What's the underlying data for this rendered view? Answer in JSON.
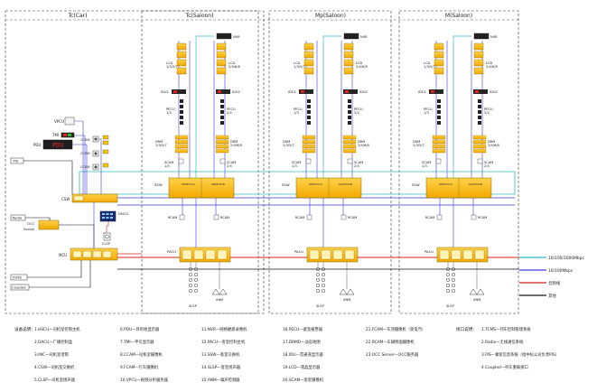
{
  "sections": [
    {
      "title": "Tc(Car)"
    },
    {
      "title": "Tc(Saloon)"
    },
    {
      "title": "Mp(Saloon)"
    },
    {
      "title": "M(Saloon)"
    }
  ],
  "car_labels": {
    "vpcu": "VPCU",
    "tmi": "TMI",
    "pdu": "PDU",
    "pdu_screen": "PDU",
    "pis": "PIS",
    "csw": "CSW",
    "radio": "Radio",
    "occ": "OCC",
    "server": "Server",
    "mcu": "MCU",
    "clsp": "CLSP",
    "dncu": "DNCU",
    "tcms": "TCMS",
    "coupled": "Coupled",
    "ccam": "CCAM"
  },
  "saloon_labels": {
    "nvr": "NVR",
    "lcd1": "LCD\n1/3/5/7",
    "lcd2": "LCD\n2/4/6/8",
    "idu1": "IDU1",
    "idu2": "IDU2",
    "pecu1": "PECU\n1/3",
    "pecu2": "PECU\n2/4",
    "drm1": "DRM\n1/3/5/7",
    "drm2": "DRM\n2/4/6/8",
    "scam1": "SCAM\n1/3",
    "scam2": "SCAM\n2/4",
    "ssw": "SSW",
    "rcam1": "RCAM",
    "rcam2": "RCAM",
    "pacu": "PACU",
    "slsp": "SLSP",
    "anm": "ANM",
    "switch_a": "SWITCH-A",
    "switch_b": "SWITCH-B"
  },
  "line_legend": [
    {
      "label": "10/100/1000Mbps",
      "color": "#33b8c4"
    },
    {
      "label": "10/100Mbps",
      "color": "#3a3adf"
    },
    {
      "label": "音频线",
      "color": "#d42222"
    },
    {
      "label": "其他",
      "color": "#111111"
    }
  ],
  "device_legend": {
    "heading": "设备说明：",
    "col1": [
      "1.HSCU—司机室控制主机",
      "2.DACU—广播控制盒",
      "3.MIC—司机室话筒",
      "4.CSW—司机室交换机",
      "5.CLSP—司机室扬声器"
    ],
    "col2": [
      "6.PDU—目的地显示器",
      "7.TMI—平号显示器",
      "8.CCAM—司机室摄像机",
      "9.FCAM—行车摄像机",
      "10.VPCU—视频分析服务器"
    ],
    "col3": [
      "11.NVR—网络硬盘录像机",
      "12.PACU—客室控制主机",
      "13.SSW—客室交换机",
      "14.SLSP—客室扬声器",
      "15.ANM—噪声检测器"
    ],
    "col4": [
      "16.PECU—紧急报警器",
      "17.DRMD—动态地图",
      "18.IDU—贯通道显示器",
      "19.LCD—液晶显示器",
      "20.SCAM—客室摄像机"
    ],
    "col5": [
      "21.FCAM—车顶摄像机（受电弓）",
      "22.RCAM—车辆侧面摄像机",
      "23.OCC Server—OCC服务器"
    ],
    "iface_heading": "接口说明：",
    "iface": [
      "1.TCMS—列车控制管理系统",
      "2.Radio—无线通信系统",
      "3.PIS—乘客信息系统（指中标公司负责PIS）",
      "4.Coupled—列车重联接口"
    ]
  }
}
